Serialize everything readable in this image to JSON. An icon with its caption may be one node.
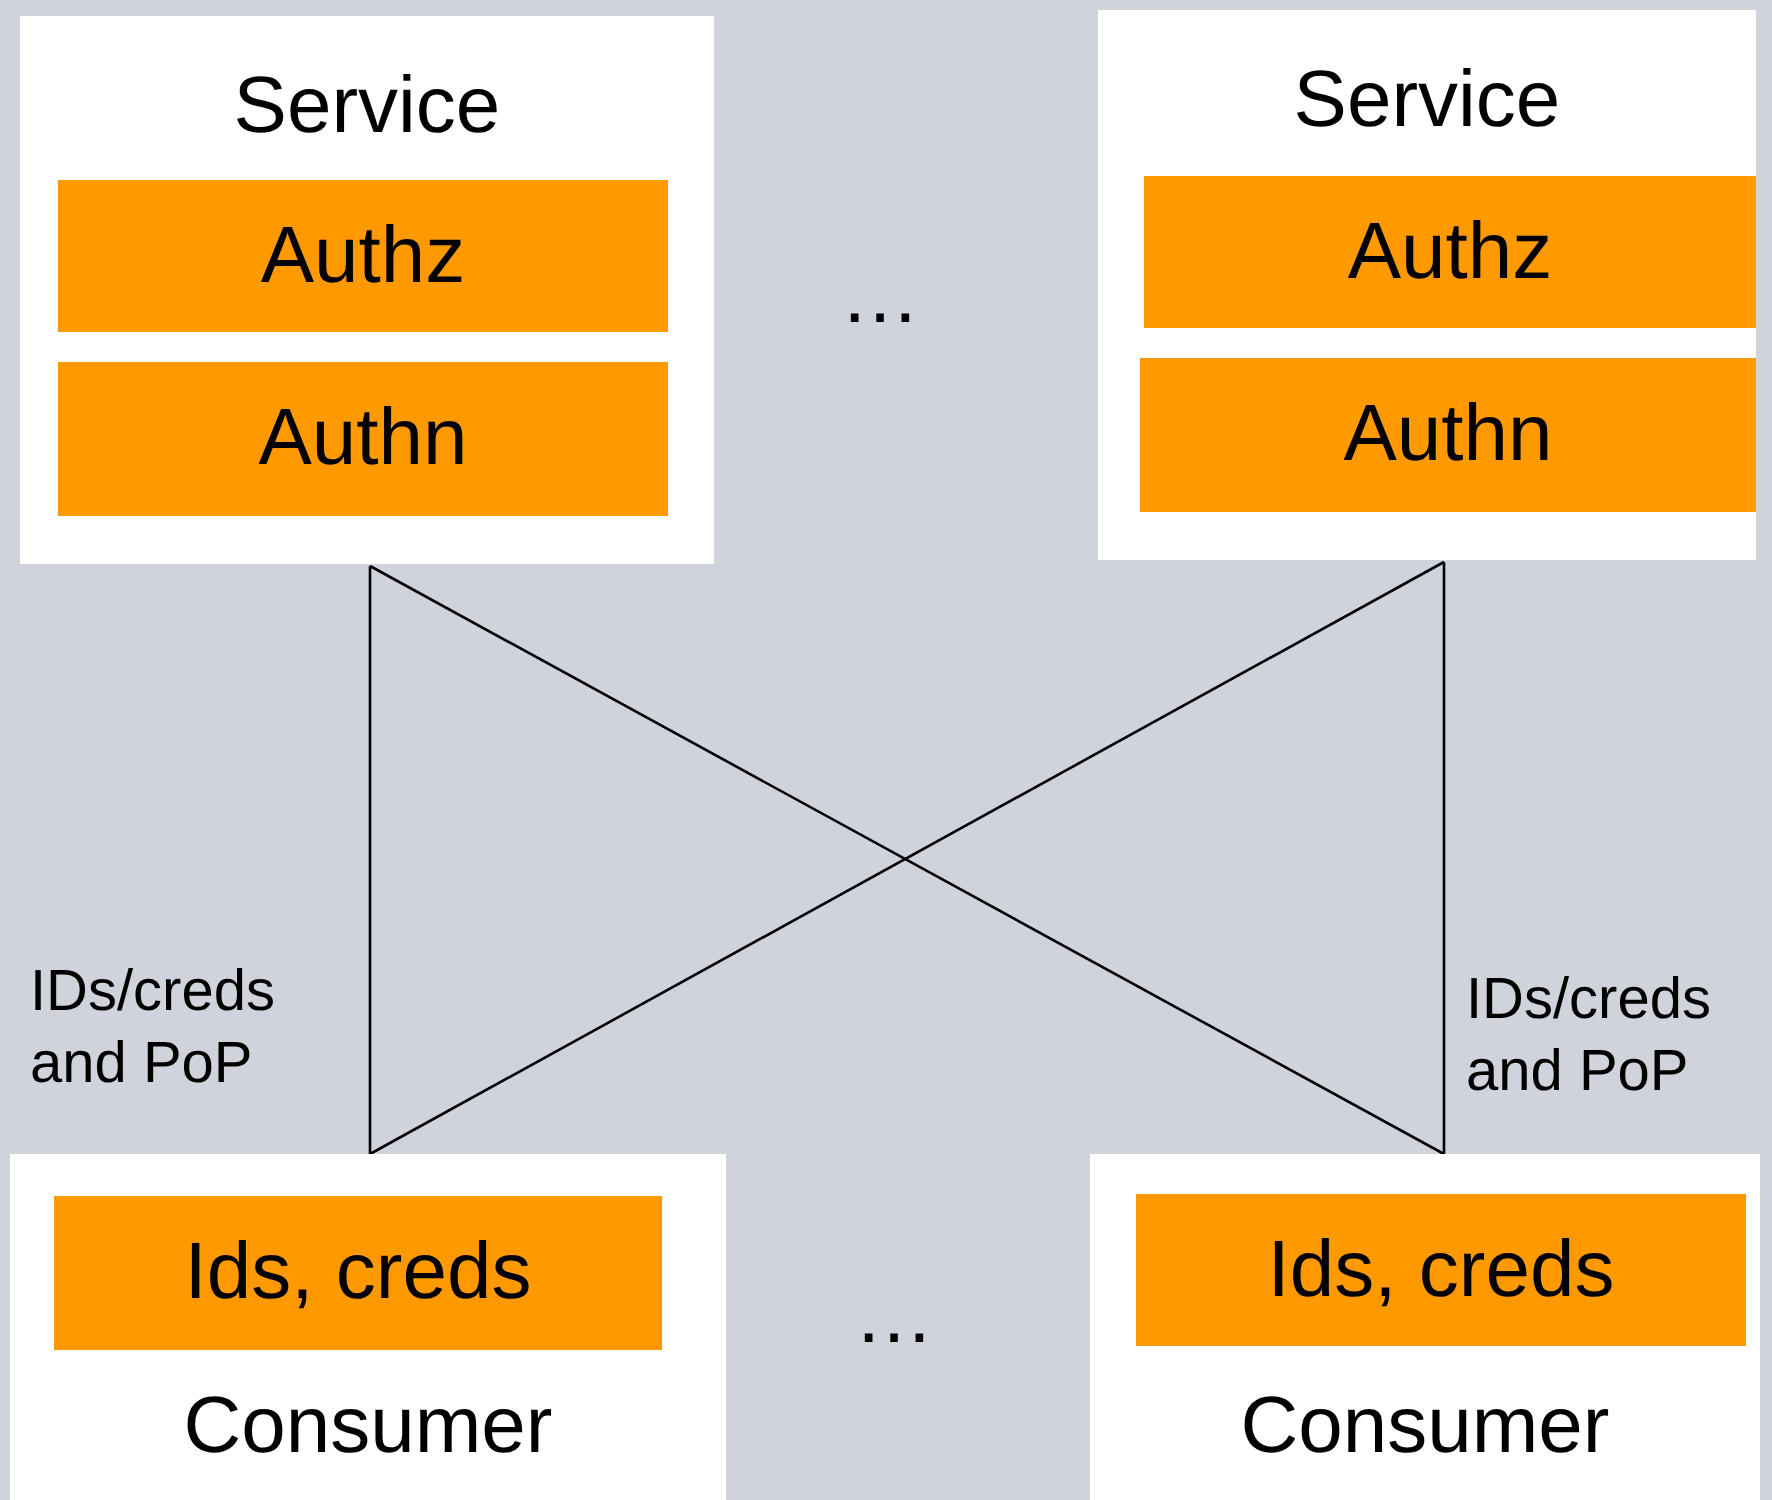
{
  "diagram": {
    "nodes": [
      {
        "text": [
          "Service"
        ]
      },
      {
        "text": [
          "Authz"
        ],
        "in": 0
      },
      {
        "text": [
          "Authn"
        ],
        "in": 0
      },
      {
        "text": [
          "Service"
        ]
      },
      {
        "text": [
          "Authz"
        ],
        "in": 3
      },
      {
        "text": [
          "Authn"
        ],
        "in": 3
      },
      {
        "text": [
          "Consumer"
        ]
      },
      {
        "text": [
          "Ids, creds"
        ],
        "in": 6
      },
      {
        "text": [
          "Consumer"
        ]
      },
      {
        "text": [
          "Ids, creds"
        ],
        "in": 8
      }
    ],
    "edges": [
      {
        "from": 6,
        "to": 0,
        "arrow": "none"
      },
      {
        "from": 6,
        "to": 3,
        "arrow": "none"
      },
      {
        "from": 8,
        "to": 3,
        "arrow": "none"
      },
      {
        "from": 8,
        "to": 0,
        "arrow": "none"
      }
    ],
    "labels": [
      "…",
      "IDs/creds and PoP",
      "IDs/creds and PoP",
      "…"
    ]
  }
}
